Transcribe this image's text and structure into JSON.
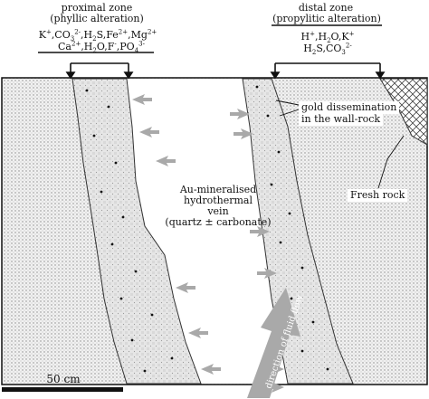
{
  "proximal": {
    "title": "proximal zone",
    "subtitle": "(phyllic alteration)"
  },
  "distal": {
    "title": "distal zone",
    "subtitle": "(propylitic alteration)"
  },
  "vein": {
    "line1": "Au-mineralised",
    "line2": "hydrothermal",
    "line3": "vein",
    "line4": "(quartz ± carbonate)"
  },
  "gold": {
    "line1": "gold dissemination",
    "line2": "in the wall-rock"
  },
  "fresh_rock": "Fresh rock",
  "flow_label": "direction of fluid flow",
  "scale_label": "50 cm",
  "colors": {
    "host_rock": "#e9e9e9",
    "alteration": "#e2e2e2",
    "arrow_gray": "#a9a9a9",
    "vein": "#ffffff"
  }
}
